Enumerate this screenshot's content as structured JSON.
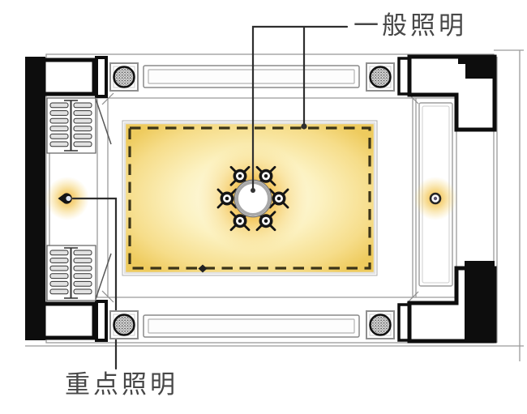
{
  "labels": {
    "general_lighting": "一般照明",
    "accent_lighting": "重点照明"
  },
  "callouts": [
    {
      "label": "一般照明",
      "points_to": [
        "chandelier",
        "cove-dashed-light-strip"
      ]
    },
    {
      "label": "重点照明",
      "points_to": [
        "accent-spotlight-left"
      ]
    }
  ],
  "fixtures": {
    "recessed_downlights": 4,
    "chandelier_count": 1,
    "chandelier_bulbs": 6,
    "accent_spotlights": 1,
    "wall_lights": 1,
    "linear_light_troughs": 2,
    "curtain_louvers": 2
  },
  "icons": {
    "chandelier": "chandelier-icon",
    "downlight": "downlight-icon",
    "accent_spotlight": "accent-spotlight-icon",
    "wall_light": "wall-light-icon"
  },
  "colors": {
    "glow_gold": "#f2bd42",
    "cove_yellow_edge": "#eecb5e",
    "dash_olive": "#3b3418",
    "line_gray": "#9a9a9a",
    "wall_black": "#0d0d0d",
    "label_gray": "#474747",
    "background": "#ffffff"
  }
}
